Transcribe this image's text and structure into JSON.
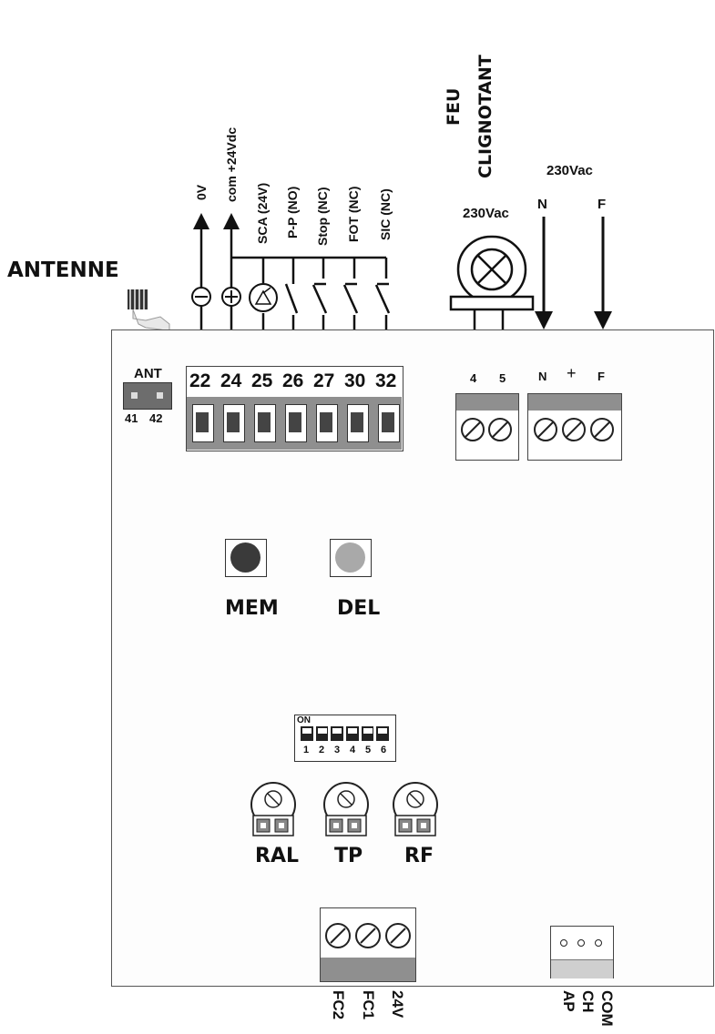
{
  "labels": {
    "antenne": "ANTENNE",
    "feu": "FEU",
    "clignotant": "CLIGNOTANT",
    "feu_230": "230Vac",
    "supply_230": "230Vac",
    "supply_n": "N",
    "supply_f": "F",
    "mem": "MEM",
    "del": "DEL",
    "ral": "RAL",
    "tp": "TP",
    "rf": "RF"
  },
  "inputs_vertical": [
    "0V",
    "com +24Vdc",
    "SCA (24V)",
    "P-P (NO)",
    "Stop (NC)",
    "FOT (NC)",
    "SIC (NC)"
  ],
  "ant_block": {
    "title": "ANT",
    "pins": [
      "41",
      "42"
    ]
  },
  "terminals_main": [
    "22",
    "24",
    "25",
    "26",
    "27",
    "30",
    "32"
  ],
  "lamp_terminals": [
    "4",
    "5"
  ],
  "power_terminals": [
    "N",
    "+",
    "F"
  ],
  "dip": {
    "on_label": "ON",
    "switches": [
      "1",
      "2",
      "3",
      "4",
      "5",
      "6"
    ]
  },
  "bottom_left_terminals": [
    "FC2",
    "FC1",
    "24V"
  ],
  "bottom_right_terminals": [
    "AP",
    "CH",
    "COM"
  ]
}
